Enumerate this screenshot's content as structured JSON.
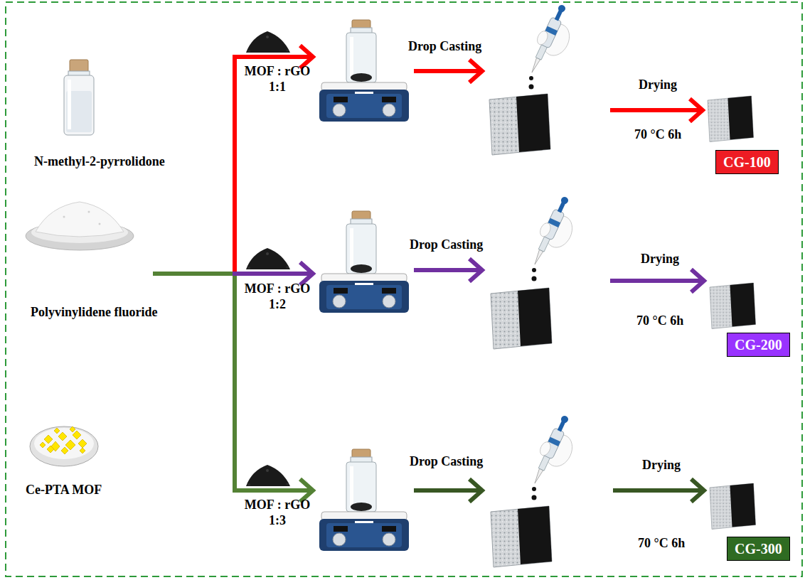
{
  "diagram": {
    "nodes": [
      {
        "text": [
          "CG-100"
        ]
      },
      {
        "text": [
          "CG-200"
        ]
      },
      {
        "text": [
          "CG-300"
        ]
      }
    ],
    "labels": [
      "N-methyl-2-pyrrolidone",
      "Polyvinylidene fluoride",
      "Ce-PTA MOF",
      "MOF : rGO 1:1",
      "Drop Casting",
      "Drying",
      "70 °C 6h",
      "MOF : rGO 1:2",
      "Drop Casting",
      "Drying",
      "70 °C 6h",
      "MOF : rGO 1:3",
      "Drop Casting",
      "Drying",
      "70 °C 6h"
    ]
  }
}
